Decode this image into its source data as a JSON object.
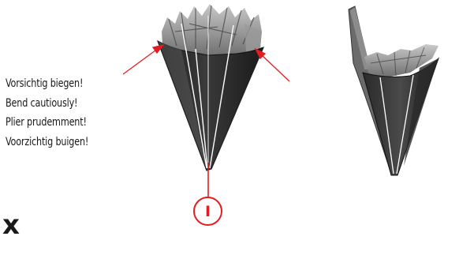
{
  "instructions": {
    "lines": [
      "Vorsichtig biegen!",
      "Bend cautiously!",
      "Plier prudemment!",
      "Voorzichtig buigen!"
    ]
  },
  "corner_mark": "x",
  "step_marker": {
    "label": "I"
  },
  "colors": {
    "accent_red": "#e31c23",
    "text": "#1a1a1a",
    "cone_dark": "#2b2b2b",
    "cone_mid": "#555555",
    "fries_light": "#b8b8b8"
  },
  "illustrations": [
    "fries-cone-front-view",
    "fries-cone-side-view"
  ]
}
